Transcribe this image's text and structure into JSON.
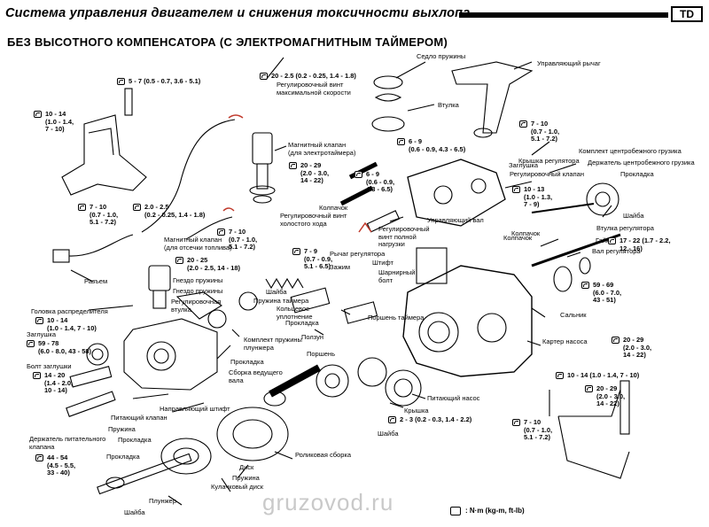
{
  "header": {
    "title": "Система управления двигателем и снижения токсичности выхлопа",
    "badge": "TD"
  },
  "subtitle": "БЕЗ ВЫСОТНОГО КОМПЕНСАТОРА (С ЭЛЕКТРОМАГНИТНЫМ ТАЙМЕРОМ)",
  "parts": {
    "spring_seat": "Седло пружины",
    "control_lever": "Управляющий рычаг",
    "bushing": "Втулка",
    "max_speed_screw": "Регулировочный винт\nмаксимальной скорости",
    "solenoid_timer": "Магнитный клапан\n(для электротаймера)",
    "bracket_clamp": "Колпачок",
    "idle_screw": "Регулировочный винт\nхолостого хода",
    "fuel_cut_solenoid": "Магнитный клапан\n(для отсечки топлива)",
    "connector": "Разъем",
    "spring_nest": "Гнездо пружины",
    "adjust_bushing": "Регулировочная\nвтулка",
    "head": "Головка распределителя",
    "plug": "Заглушка",
    "plug_bolt": "Болт заглушки",
    "feed_pump_holder": "Держатель питательного\nклапана",
    "governor_cover": "Крышка регулятора",
    "centrifugal_set": "Комплект центробежного грузика",
    "weight_holder": "Держатель центробежного грузика",
    "gasket_r": "Прокладка",
    "washer_r": "Шайба",
    "gov_bushing": "Втулка регулятора",
    "nut": "Гайка",
    "gov_shaft": "Вал регулятора",
    "seal": "Сальник",
    "pump_housing": "Картер насоса",
    "full_load_screw": "Регулировочный\nвинт полной\nнагрузки",
    "control_shaft": "Управляющий вал",
    "cap_2": "Колпачок",
    "plug_2": "Заглушка",
    "gov_valve": "Регулировочный клапан",
    "cap_3": "Колпачок",
    "lever_lower": "Рычаг регулятора",
    "clamp": "Зажим",
    "pin": "Штифт",
    "pivot_bolt": "Шарнирный\nболт",
    "washer_1": "Шайба",
    "timer_spring": "Пружина таймера",
    "o_ring": "Кольцевое\nуплотнение",
    "gasket_1": "Прокладка",
    "timer_piston": "Поршень таймера",
    "slider": "Ползун",
    "piston": "Поршень",
    "spring_nest_2": "Гнездо пружины",
    "plunger_spring_set": "Комплект пружины\nплунжера",
    "gasket_2": "Прокладка",
    "drive_shaft_assy": "Сборка ведущего\nвала",
    "guide_pin": "Направляющий штифт",
    "feed_valve": "Питающий клапан",
    "spring_1": "Пружина",
    "gasket_3": "Прокладка",
    "gasket_4": "Прокладка",
    "plunger": "Плунжер",
    "washer_2": "Шайба",
    "cam_disk": "Кулачковый диск",
    "spring_2": "Пружина",
    "disk": "Диск",
    "roller_assy": "Роликовая сборка",
    "feed_pump": "Питающий насос",
    "cover": "Крышка",
    "washer_3": "Шайба"
  },
  "torques": {
    "t1": "5 - 7 (0.5 - 0.7, 3.6 - 5.1)",
    "t2": "20 - 2.5 (0.2 - 0.25, 1.4 - 1.8)",
    "t3": "10 - 14\n(1.0 - 1.4,\n7 - 10)",
    "t4": "6 - 9\n(0.6 - 0.9, 4.3 - 6.5)",
    "t5": "7 - 10\n(0.7 - 1.0,\n5.1 - 7.2)",
    "t6": "20 - 29\n(2.0 - 3.0,\n14 - 22)",
    "t7": "6 - 9\n(0.6 - 0.9,\n4.3 - 6.5)",
    "t8": "2.0 - 2.5\n(0.2 - 0.25, 1.4 - 1.8)",
    "t9": "7 - 10\n(0.7 - 1.0,\n5.1 - 7.2)",
    "t10": "7 - 10\n(0.7 - 1.0,\n5.1 - 7.2)",
    "t11": "20 - 25\n(2.0 - 2.5, 14 - 18)",
    "t12": "7 - 9\n(0.7 - 0.9,\n5.1 - 6.5)",
    "t13": "10 - 13\n(1.0 - 1.3,\n7 - 9)",
    "t14": "17 - 22 (1.7 - 2.2,\n12 - 16)",
    "t15": "59 - 69\n(6.0 - 7.0,\n43 - 51)",
    "t16": "10 - 14\n(1.0 - 1.4, 7 - 10)",
    "t17": "59 - 78\n(6.0 - 8.0, 43 - 58)",
    "t18": "14 - 20\n(1.4 - 2.0,\n10 - 14)",
    "t19": "44 - 54\n(4.5 - 5.5,\n33 - 40)",
    "t20": "20 - 29\n(2.0 - 3.0,\n14 - 22)",
    "t21": "10 - 14 (1.0 - 1.4, 7 - 10)",
    "t22": "20 - 29\n(2.0 - 3.0,\n14 - 22)",
    "t23": "2 - 3 (0.2 - 0.3, 1.4 - 2.2)",
    "t24": "7 - 10\n(0.7 - 1.0,\n5.1 - 7.2)"
  },
  "legend": {
    "text": ": N·m (kg-m, ft-lb)"
  },
  "watermark": "gruzovod.ru",
  "colors": {
    "accent": "#c0392b",
    "ink": "#000000"
  }
}
